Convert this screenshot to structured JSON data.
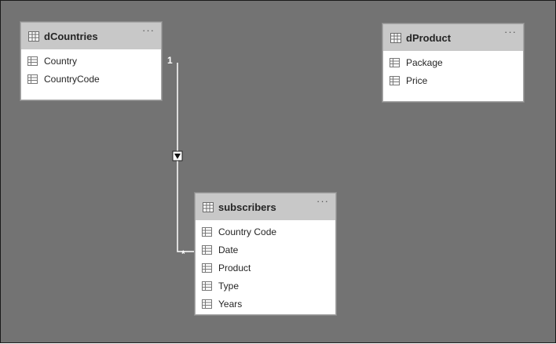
{
  "tables": {
    "dcountries": {
      "title": "dCountries",
      "menu": "···",
      "fields": [
        "Country",
        "CountryCode"
      ]
    },
    "dproduct": {
      "title": "dProduct",
      "menu": "···",
      "fields": [
        "Package",
        "Price"
      ]
    },
    "subscribers": {
      "title": "subscribers",
      "menu": "···",
      "fields": [
        "Country Code",
        "Date",
        "Product",
        "Type",
        "Years"
      ]
    }
  },
  "relationship": {
    "from_table": "dCountries",
    "to_table": "subscribers",
    "one_cardinality": "1",
    "many_cardinality": "*",
    "filter_direction": "single"
  },
  "colors": {
    "canvas": "#737373",
    "header": "#c8c8c8",
    "card": "#ffffff",
    "line": "#ffffff"
  },
  "icons": {
    "table": "table-grid-icon",
    "field": "column-icon",
    "more": "ellipsis-icon",
    "arrow": "filter-arrow-down-icon"
  }
}
